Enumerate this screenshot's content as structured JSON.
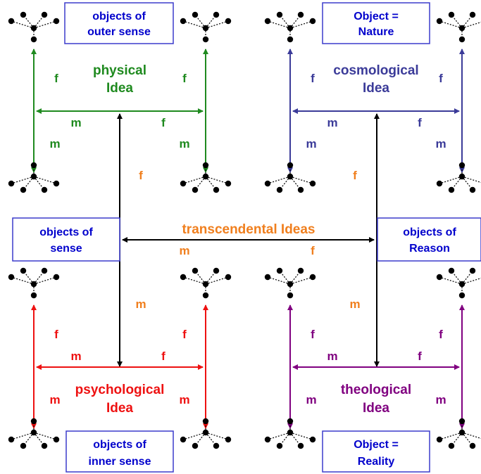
{
  "colors": {
    "green": "#1f8a1f",
    "blue": "#3b3b99",
    "red": "#ee1111",
    "purple": "#800080",
    "orange": "#f07f1e",
    "box_text": "#0000cc",
    "box_border": "#3b3bcc",
    "black": "#000000"
  },
  "boxes": {
    "outer_sense": {
      "line1": "objects of",
      "line2": "outer sense"
    },
    "nature": {
      "line1": "Object =",
      "line2": "Nature"
    },
    "sense": {
      "line1": "objects of",
      "line2": "sense"
    },
    "reason": {
      "line1": "objects of",
      "line2": "Reason"
    },
    "inner_sense": {
      "line1": "objects of",
      "line2": "inner sense"
    },
    "reality": {
      "line1": "Object =",
      "line2": "Reality"
    }
  },
  "ideas": {
    "physical": {
      "line1": "physical",
      "line2": "Idea"
    },
    "cosmological": {
      "line1": "cosmological",
      "line2": "Idea"
    },
    "psychological": {
      "line1": "psychological",
      "line2": "Idea"
    },
    "theological": {
      "line1": "theological",
      "line2": "Idea"
    },
    "transcendental": "transcendental Ideas"
  },
  "letters": {
    "f": "f",
    "m": "m"
  }
}
